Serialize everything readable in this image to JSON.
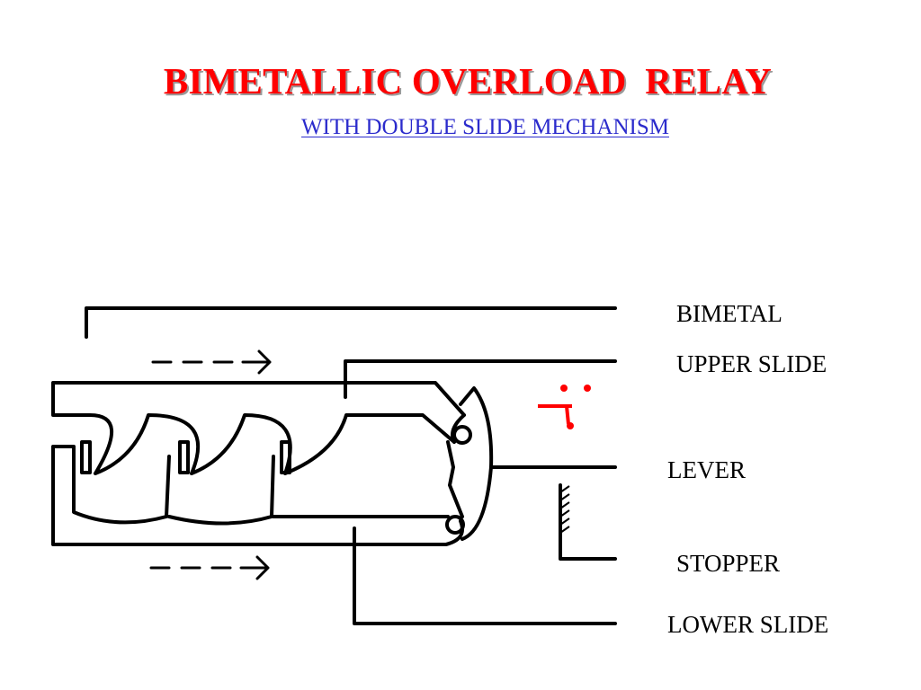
{
  "title": "BIMETALLIC OVERLOAD  RELAY",
  "subtitle": "WITH DOUBLE SLIDE MECHANISM",
  "colors": {
    "title": "#ff0000",
    "subtitle": "#2b2bcc",
    "line": "#000000",
    "trip_mark": "#ff0000"
  },
  "labels": {
    "bimetal": "BIMETAL",
    "upper_slide": "UPPER SLIDE",
    "lever": "LEVER",
    "stopper": "STOPPER",
    "lower_slide": "LOWER SLIDE"
  }
}
